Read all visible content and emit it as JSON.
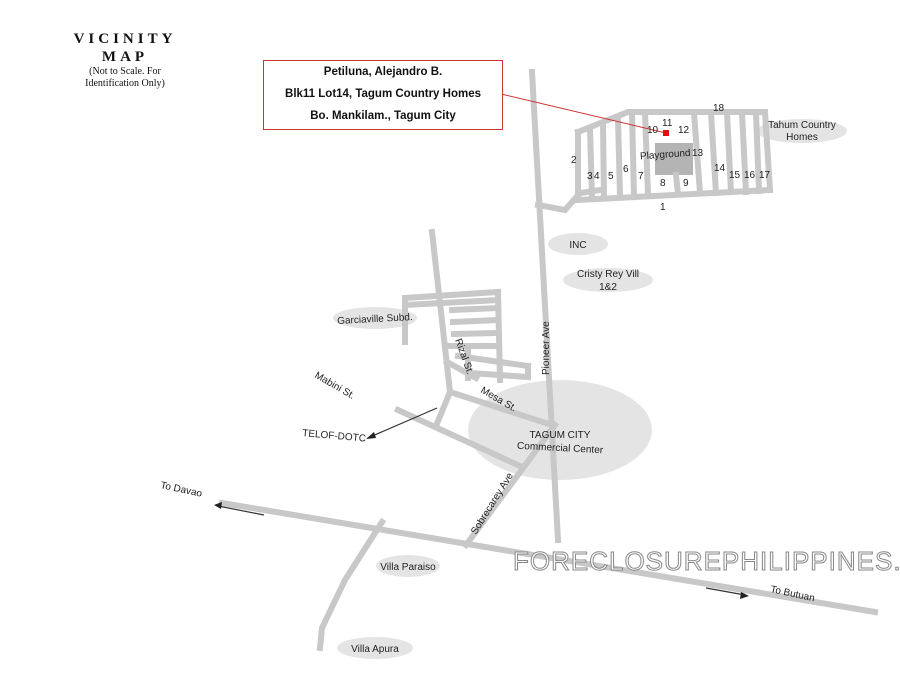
{
  "title": {
    "line1": "VICINITY",
    "line2": "MAP",
    "note1": "(Not to Scale. For",
    "note2": "Identification Only)"
  },
  "property": {
    "owner": "Petiluna, Alejandro B.",
    "lot": "Blk11 Lot14, Tagum Country Homes",
    "address": "Bo. Mankilam., Tagum City"
  },
  "places": {
    "tahum": [
      "Tahum Country",
      "Homes"
    ],
    "playground": "Playground",
    "inc": "INC",
    "cristy": [
      "Cristy Rey Vill",
      "1&2"
    ],
    "garciaville": "Garciaville Subd.",
    "commercial": [
      "TAGUM CITY",
      "Commercial Center"
    ],
    "villa_paraiso": "Villa Paraiso",
    "villa_apura": "Villa Apura",
    "telof": "TELOF-DOTC"
  },
  "streets": {
    "pioneer": "Pioneer Ave",
    "mesa": "Mesa St.",
    "mabini": "Mabini St.",
    "rizal": "Rizal St.",
    "sobrecarey": "Sobrecarey Ave",
    "to_davao": "To Davao",
    "to_butuan": "To Butuan"
  },
  "lots": [
    "1",
    "2",
    "3",
    "4",
    "5",
    "6",
    "7",
    "8",
    "9",
    "10",
    "11",
    "12",
    "13",
    "14",
    "15",
    "16",
    "17",
    "18"
  ],
  "watermark": "FORECLOSUREPHILIPPINES.COM",
  "colors": {
    "road": "#c8c8c8",
    "area": "#e4e4e4",
    "marker": "#e01010",
    "callout": "#cc3333"
  }
}
